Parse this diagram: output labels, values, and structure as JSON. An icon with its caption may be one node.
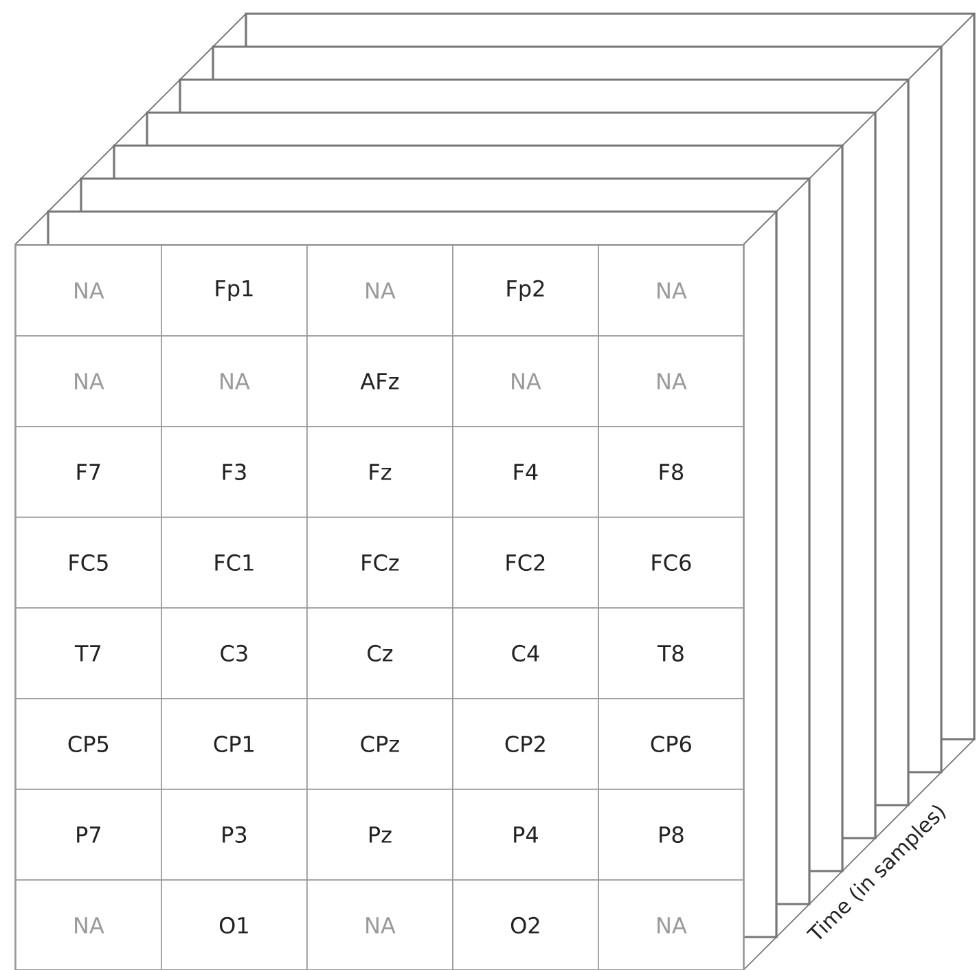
{
  "diagram": {
    "labels": [
      "NA",
      "Fp1",
      "NA",
      "Fp2",
      "NA",
      "NA",
      "NA",
      "AFz",
      "NA",
      "NA",
      "F7",
      "F3",
      "Fz",
      "F4",
      "F8",
      "FC5",
      "FC1",
      "FCz",
      "FC2",
      "FC6",
      "T7",
      "C3",
      "Cz",
      "C4",
      "T8",
      "CP5",
      "CP1",
      "CPz",
      "CP2",
      "CP6",
      "P7",
      "P3",
      "Pz",
      "P4",
      "P8",
      "NA",
      "O1",
      "NA",
      "O2",
      "NA",
      "Time (in samples)"
    ]
  }
}
